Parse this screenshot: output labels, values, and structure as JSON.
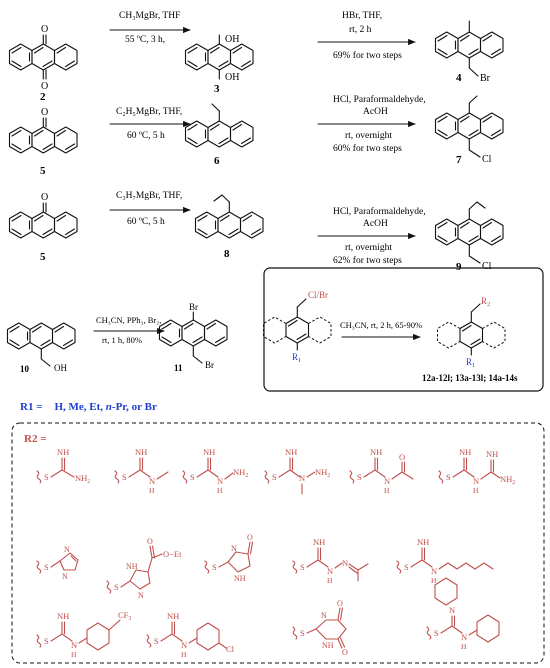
{
  "schemes": [
    {
      "sm_label": "2",
      "reagent_top": "CH₃MgBr, THF",
      "reagent_bottom": "55 ºC, 3 h,",
      "int_label": "3",
      "reagent2_top": "HBr, THF,",
      "reagent2_mid": "rt, 2 h",
      "reagent2_bottom": "69% for two steps",
      "prod_label": "4",
      "prod_halide": "Br"
    },
    {
      "sm_label": "5",
      "reagent_top": "C₂H₅MgBr, THF,",
      "reagent_bottom": "60 ºC, 5 h",
      "int_label": "6",
      "reagent2_top": "HCl, Paraformaldehyde,",
      "reagent2_mid": "AcOH",
      "reagent2_rt": "rt, overnight",
      "reagent2_bottom": "60% for two steps",
      "prod_label": "7",
      "prod_halide": "Cl"
    },
    {
      "sm_label": "5",
      "reagent_top": "C₃H₇MgBr, THF,",
      "reagent_bottom": "60 ºC, 5 h",
      "int_label": "8",
      "reagent2_top": "HCl, Paraformaldehyde,",
      "reagent2_mid": "AcOH",
      "reagent2_rt": "rt, overnight",
      "reagent2_bottom": "62% for two steps",
      "prod_label": "9",
      "prod_halide": "Cl"
    }
  ],
  "oh": "OH",
  "bromination": {
    "sm_label": "10",
    "sm_oh": "OH",
    "reagent_top": "CH₃CN, PPh₃, Br₂,",
    "reagent_bottom": "rt,  1 h, 80%",
    "prod_label": "11",
    "br_top": "Br",
    "br_bottom": "Br"
  },
  "general": {
    "halide": "Cl/Br",
    "r1": "R",
    "r1_sub": "1",
    "r2": "R",
    "r2_sub": "2",
    "conditions": "CH₃CN, rt, 2 h, 65-90%",
    "products": "12a-12l;  13a-13l;  14a-14s"
  },
  "r1_definition": {
    "label": "R1 =",
    "values": "H, Me, Et, ",
    "npr": "n",
    "npr2": "-Pr, or Br"
  },
  "r2_label": "R2 =",
  "r2_atoms": {
    "S": "S",
    "NH": "NH",
    "NH2": "NH",
    "H2sub": "2",
    "N": "N",
    "H": "H",
    "O": "O",
    "OEt": "O−Et",
    "CF3": "CF",
    "CF3sub": "3",
    "Cl": "Cl"
  },
  "colors": {
    "black": "#111111",
    "red": "#c0504d",
    "blue": "#1f3fd1"
  }
}
